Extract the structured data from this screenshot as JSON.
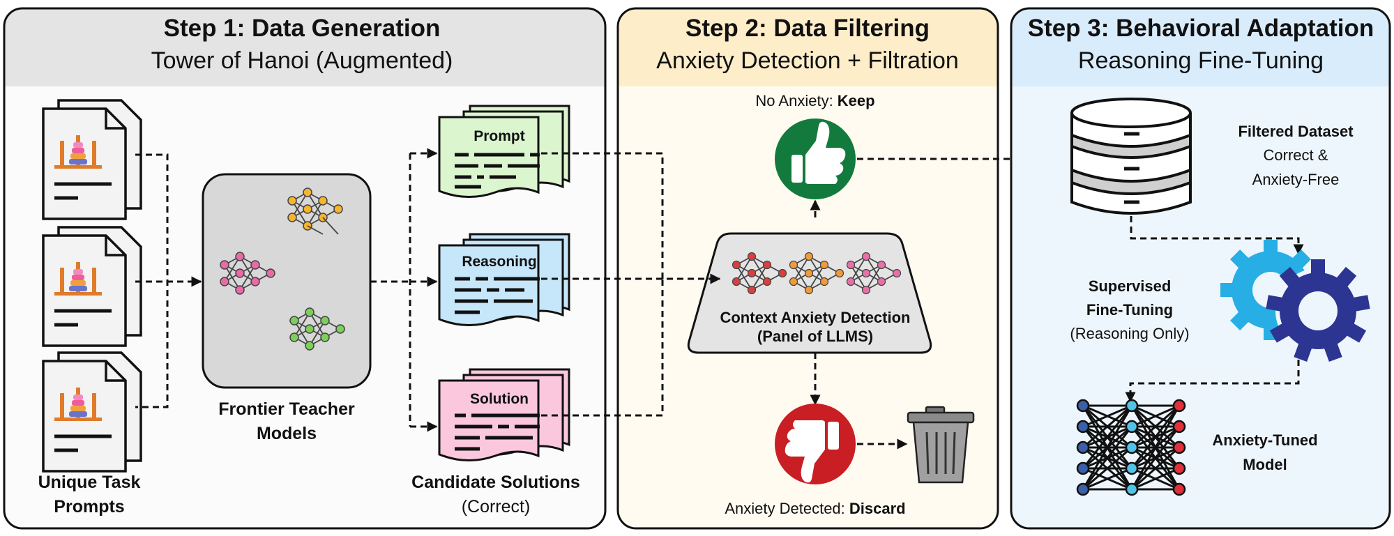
{
  "steps": [
    {
      "title": "Step 1: Data Generation",
      "subtitle": "Tower of Hanoi (Augmented)"
    },
    {
      "title": "Step 2: Data Filtering",
      "subtitle": "Anxiety Detection + Filtration"
    },
    {
      "title": "Step 3: Behavioral Adaptation",
      "subtitle": "Reasoning Fine-Tuning"
    }
  ],
  "step1": {
    "prompts_label_line1": "Unique Task",
    "prompts_label_line2": "Prompts",
    "teacher_label_line1": "Frontier Teacher",
    "teacher_label_line2": "Models",
    "candidate_docs": [
      "Prompt",
      "Reasoning",
      "Solution"
    ],
    "candidate_label_line1": "Candidate Solutions",
    "candidate_label_line2": "(Correct)"
  },
  "step2": {
    "keep_prefix": "No Anxiety: ",
    "keep_word": "Keep",
    "detector_line1": "Context Anxiety Detection",
    "detector_line2": "(Panel of LLMS)",
    "discard_prefix": "Anxiety Detected: ",
    "discard_word": "Discard"
  },
  "step3": {
    "dataset_title": "Filtered Dataset",
    "dataset_line2": "Correct &",
    "dataset_line3": "Anxiety-Free",
    "sft_line1": "Supervised",
    "sft_line2": "Fine-Tuning",
    "sft_line3": "(Reasoning Only)",
    "model_line1": "Anxiety-Tuned",
    "model_line2": "Model"
  },
  "colors": {
    "step1_header": "#e4e4e4",
    "step1_body": "#fbfbfb",
    "step2_header": "#fdedc9",
    "step2_body": "#fffbf1",
    "step3_header": "#d9ecfb",
    "step3_body": "#eef6fd",
    "prompt_doc": "#dbf5cf",
    "reasoning_doc": "#c6e6fa",
    "solution_doc": "#fbc7dd",
    "keep_green": "#127a3c",
    "discard_red": "#c81e24",
    "gear_light": "#27aee4",
    "gear_dark": "#2c3591"
  },
  "icons": [
    "document-icon",
    "tower-of-hanoi-icon",
    "neural-network-icon",
    "thumbs-up-icon",
    "thumbs-down-icon",
    "trash-can-icon",
    "database-icon",
    "gears-icon"
  ]
}
